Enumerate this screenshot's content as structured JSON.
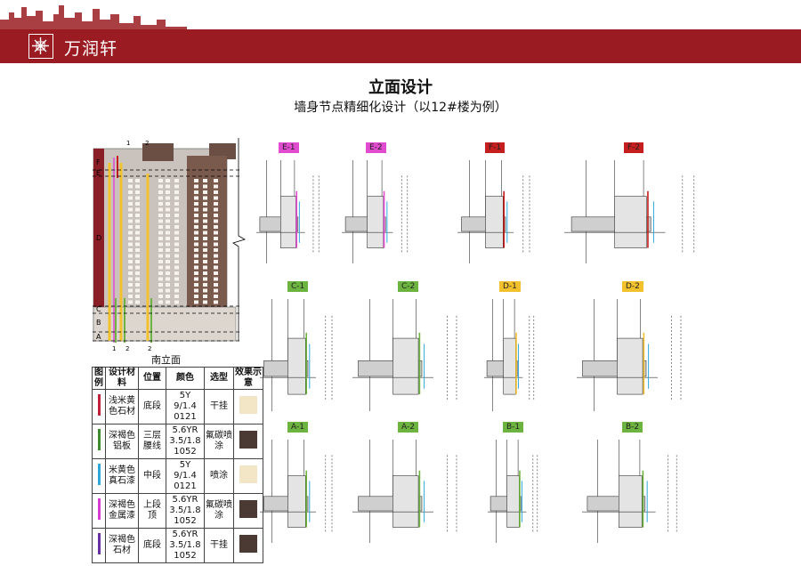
{
  "brand": {
    "name": "万润轩",
    "color": "#9a1c22"
  },
  "page": {
    "title": "立面设计",
    "subtitle": "墙身节点精细化设计（以12#楼为例）"
  },
  "elevation": {
    "caption": "南立面",
    "zones": [
      "F",
      "E",
      "D",
      "C",
      "B",
      "A"
    ],
    "axis_top": [
      "1",
      "2"
    ],
    "axis_bottom": [
      "1",
      "2",
      "2"
    ]
  },
  "legend": {
    "headers": [
      "图例",
      "设计材料",
      "位置",
      "颜色",
      "选型",
      "效果示意"
    ],
    "rows": [
      {
        "line_color": "#c0203a",
        "material": "浅米黄色石材",
        "position": "底段",
        "color": "5Y 9/1.4 0121",
        "type": "干挂",
        "chip": "#f3e6c7"
      },
      {
        "line_color": "#3e8a2e",
        "material": "深褐色铝板",
        "position": "三层腰线",
        "color": "5.6YR 3.5/1.8 1052",
        "type": "氟碳喷涂",
        "chip": "#4a3a33"
      },
      {
        "line_color": "#2fa7d8",
        "material": "米黄色真石漆",
        "position": "中段",
        "color": "5Y 9/1.4 0121",
        "type": "喷涂",
        "chip": "#f3e6c7"
      },
      {
        "line_color": "#d63ccf",
        "material": "深褐色金属漆",
        "position": "上段顶",
        "color": "5.6YR 3.5/1.8 1052",
        "type": "氟碳喷涂",
        "chip": "#4a3a33"
      },
      {
        "line_color": "#6a2fa0",
        "material": "深褐色石材",
        "position": "底段",
        "color": "5.6YR 3.5/1.8 1052",
        "type": "干挂",
        "chip": "#4a3a33"
      }
    ]
  },
  "details": [
    {
      "label": "E-1",
      "color": "#e04bd0"
    },
    {
      "label": "E-2",
      "color": "#e04bd0"
    },
    {
      "label": "F-1",
      "color": "#c41e1e"
    },
    {
      "label": "F-2",
      "color": "#c41e1e"
    },
    {
      "label": "C-1",
      "color": "#6db33f"
    },
    {
      "label": "C-2",
      "color": "#6db33f"
    },
    {
      "label": "D-1",
      "color": "#f2c12e"
    },
    {
      "label": "D-2",
      "color": "#f2c12e"
    },
    {
      "label": "A-1",
      "color": "#6db33f"
    },
    {
      "label": "A-2",
      "color": "#6db33f"
    },
    {
      "label": "B-1",
      "color": "#6db33f"
    },
    {
      "label": "B-2",
      "color": "#6db33f"
    }
  ]
}
